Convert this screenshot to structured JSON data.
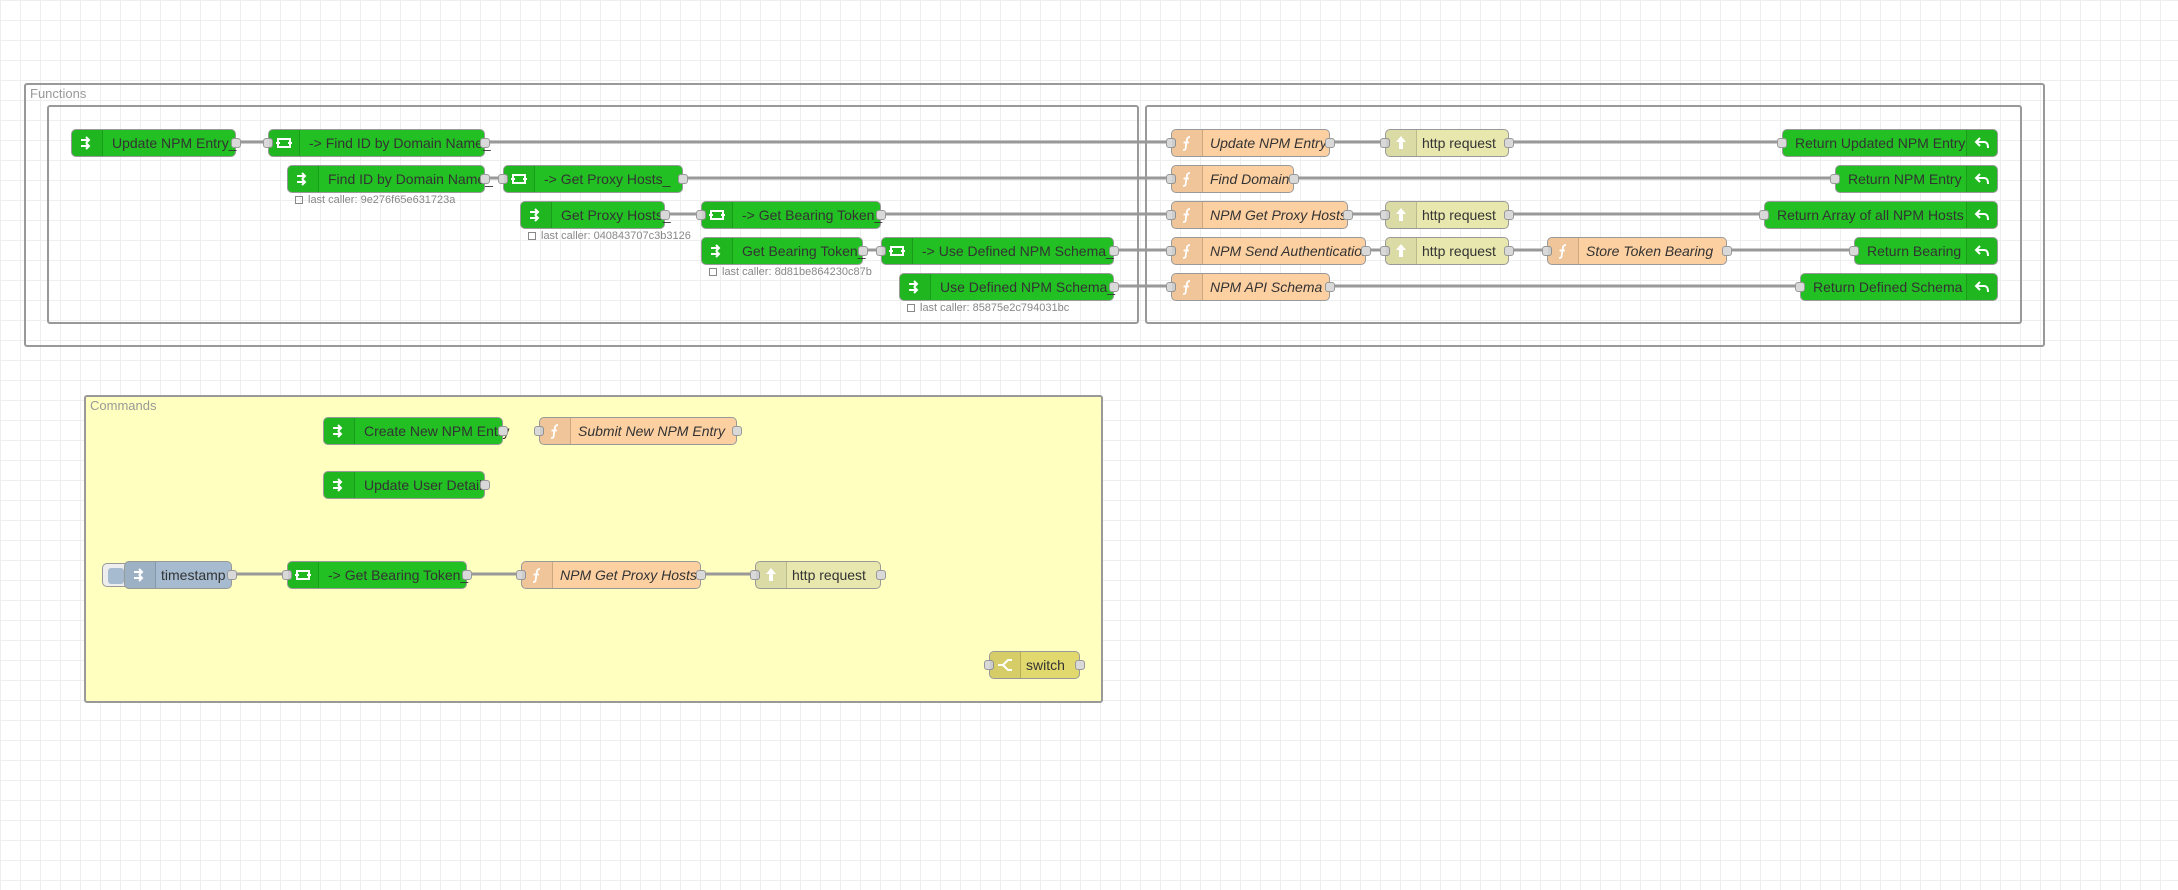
{
  "colors": {
    "link": "#22c022",
    "function": "#fdd0a2",
    "http": "#e7e7ae",
    "inject": "#a6bbcf",
    "switch": "#e2d96e",
    "commands_group_fill": "#ffffbf"
  },
  "groups": {
    "functions": {
      "label": "Functions"
    },
    "commands": {
      "label": "Commands"
    }
  },
  "nodes": {
    "link_in_update": {
      "label": "Update NPM Entry_",
      "icon": "link-in-icon"
    },
    "call_find_id": {
      "label": "-> Find ID by Domain Name_",
      "icon": "link-call-icon"
    },
    "link_in_find_id": {
      "label": "Find ID by Domain Name_",
      "icon": "link-in-icon"
    },
    "call_get_proxy": {
      "label": "-> Get Proxy Hosts_",
      "icon": "link-call-icon"
    },
    "link_in_get_proxy": {
      "label": "Get Proxy Hosts_",
      "icon": "link-in-icon"
    },
    "call_bearing_1": {
      "label": "-> Get Bearing Token_",
      "icon": "link-call-icon"
    },
    "link_in_bearing": {
      "label": "Get Bearing Token_",
      "icon": "link-in-icon"
    },
    "call_schema": {
      "label": "-> Use Defined NPM Schema_",
      "icon": "link-call-icon"
    },
    "link_in_schema": {
      "label": "Use Defined NPM Schema_",
      "icon": "link-in-icon"
    },
    "fn_update": {
      "label": "Update NPM Entry",
      "icon": "function-icon"
    },
    "fn_find_domain": {
      "label": "Find Domain",
      "icon": "function-icon"
    },
    "fn_get_proxy": {
      "label": "NPM Get Proxy Hosts",
      "icon": "function-icon"
    },
    "fn_send_auth": {
      "label": "NPM Send Authentication",
      "icon": "function-icon"
    },
    "fn_schema": {
      "label": "NPM API Schema",
      "icon": "function-icon"
    },
    "http_1": {
      "label": "http request",
      "icon": "http-globe-icon"
    },
    "http_2": {
      "label": "http request",
      "icon": "http-globe-icon"
    },
    "http_3": {
      "label": "http request",
      "icon": "http-globe-icon"
    },
    "fn_store_token": {
      "label": "Store Token Bearing",
      "icon": "function-icon"
    },
    "ret_updated": {
      "label": "Return Updated NPM Entry",
      "icon": "link-return-icon"
    },
    "ret_npm": {
      "label": "Return NPM Entry",
      "icon": "link-return-icon"
    },
    "ret_array": {
      "label": "Return Array of all NPM Hosts",
      "icon": "link-return-icon"
    },
    "ret_bearing": {
      "label": "Return Bearing",
      "icon": "link-return-icon"
    },
    "ret_schema": {
      "label": "Return Defined Schema",
      "icon": "link-return-icon"
    },
    "link_in_create": {
      "label": "Create New NPM Entry",
      "icon": "link-in-icon"
    },
    "fn_submit": {
      "label": "Submit New NPM Entry",
      "icon": "function-icon"
    },
    "link_in_user": {
      "label": "Update User Details",
      "icon": "link-in-icon"
    },
    "inject_ts": {
      "label": "timestamp",
      "icon": "inject-icon"
    },
    "call_bearing_2": {
      "label": "-> Get Bearing Token_",
      "icon": "link-call-icon"
    },
    "fn_get_proxy_2": {
      "label": "NPM Get Proxy Hosts",
      "icon": "function-icon"
    },
    "http_4": {
      "label": "http request",
      "icon": "http-globe-icon"
    },
    "switch_1": {
      "label": "switch",
      "icon": "switch-icon"
    }
  },
  "statuses": {
    "find_id": "last caller: 9e276f65e631723a",
    "get_proxy": "last caller: 040843707c3b3126",
    "bearing": "last caller: 8d81be864230c87b",
    "schema": "last caller: 85875e2c794031bc"
  }
}
